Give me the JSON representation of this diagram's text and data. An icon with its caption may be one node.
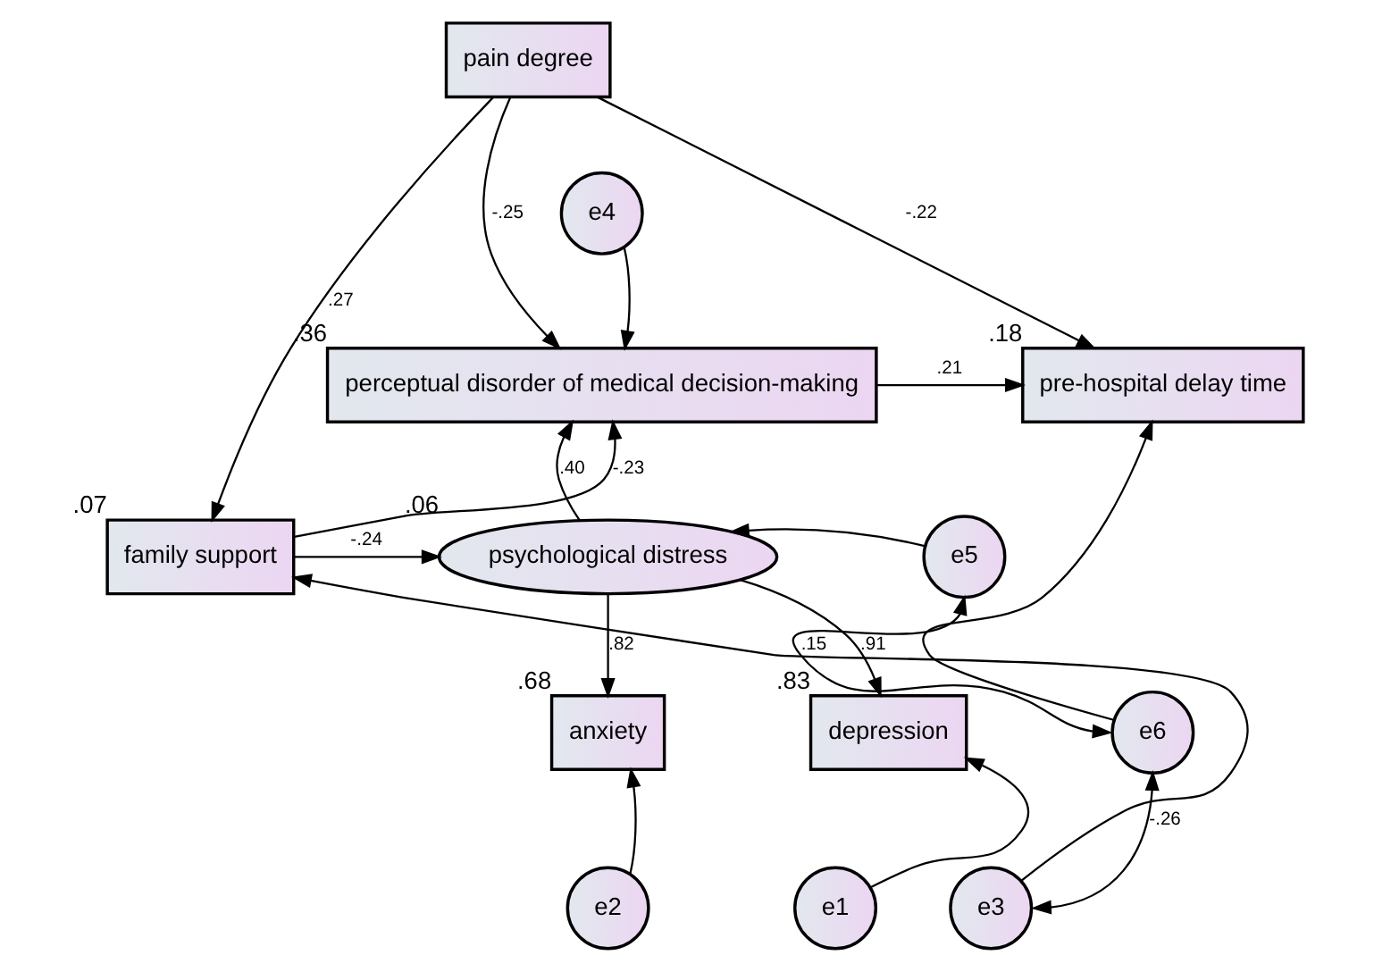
{
  "diagram": {
    "nodes": [
      {
        "text": [
          "pain degree"
        ]
      },
      {
        "text": [
          "e4"
        ]
      },
      {
        "text": [
          "perceptual disorder of medical decision-making"
        ],
        "beside": [
          ".36"
        ]
      },
      {
        "text": [
          "pre-hospital delay time"
        ],
        "beside": [
          ".18"
        ]
      },
      {
        "text": [
          "family support"
        ],
        "beside": [
          ".07"
        ]
      },
      {
        "text": [
          "psychological distress"
        ],
        "beside": [
          ".06"
        ]
      },
      {
        "text": [
          "e5"
        ]
      },
      {
        "text": [
          "e6"
        ]
      },
      {
        "text": [
          "anxiety"
        ],
        "beside": [
          ".68"
        ]
      },
      {
        "text": [
          "depression"
        ],
        "beside": [
          ".83"
        ]
      },
      {
        "text": [
          "e3"
        ]
      },
      {
        "text": [
          "e2"
        ]
      },
      {
        "text": [
          "e1"
        ]
      }
    ],
    "edges": [
      {
        "from": 0,
        "to": 4,
        "arrow": "to",
        "label": ".27"
      },
      {
        "from": 0,
        "to": 2,
        "arrow": "to",
        "label": "-.25"
      },
      {
        "from": 0,
        "to": 3,
        "arrow": "to",
        "label": "-.22"
      },
      {
        "from": 1,
        "to": 2,
        "arrow": "to"
      },
      {
        "from": 2,
        "to": 3,
        "arrow": "to",
        "label": ".21"
      },
      {
        "from": 4,
        "to": 2,
        "arrow": "to",
        "label": "-.23"
      },
      {
        "from": 4,
        "to": 5,
        "arrow": "to",
        "label": "-.24"
      },
      {
        "from": 5,
        "to": 2,
        "arrow": "to",
        "label": ".40"
      },
      {
        "from": 6,
        "to": 5,
        "arrow": "to"
      },
      {
        "from": 7,
        "to": 3,
        "arrow": "to"
      },
      {
        "from": 5,
        "to": 8,
        "arrow": "to",
        "label": ".82"
      },
      {
        "from": 5,
        "to": 9,
        "arrow": "to",
        "label": ".91"
      },
      {
        "from": 11,
        "to": 8,
        "arrow": "to"
      },
      {
        "from": 12,
        "to": 9,
        "arrow": "to"
      },
      {
        "from": 10,
        "to": 4,
        "arrow": "to"
      },
      {
        "from": 6,
        "to": 7,
        "arrow": "both",
        "label": ".15"
      },
      {
        "from": 10,
        "to": 7,
        "arrow": "both",
        "label": "-.26"
      }
    ]
  }
}
